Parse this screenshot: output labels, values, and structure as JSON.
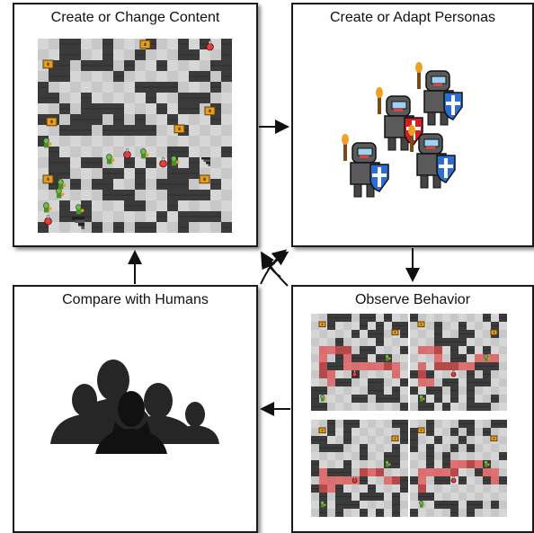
{
  "panels": {
    "create_content": {
      "title": "Create or Change Content"
    },
    "create_personas": {
      "title": "Create or Adapt Personas"
    },
    "compare_humans": {
      "title": "Compare with Humans"
    },
    "observe_behavior": {
      "title": "Observe Behavior"
    }
  },
  "colors": {
    "wall": "#3b3b3b",
    "floor": "#c8c8c8",
    "path_highlight": "#e05050",
    "knight_body": "#5a5a5a",
    "shield_red": "#d21f26",
    "shield_blue": "#2c6fd0",
    "silhouette": "#2a2a2a"
  },
  "icons": {
    "treasure": "treasure-chest-icon",
    "potion": "potion-icon",
    "goblin": "goblin-icon",
    "stairs": "stairs-icon",
    "knight": "knight-icon",
    "people": "people-silhouette-icon"
  }
}
